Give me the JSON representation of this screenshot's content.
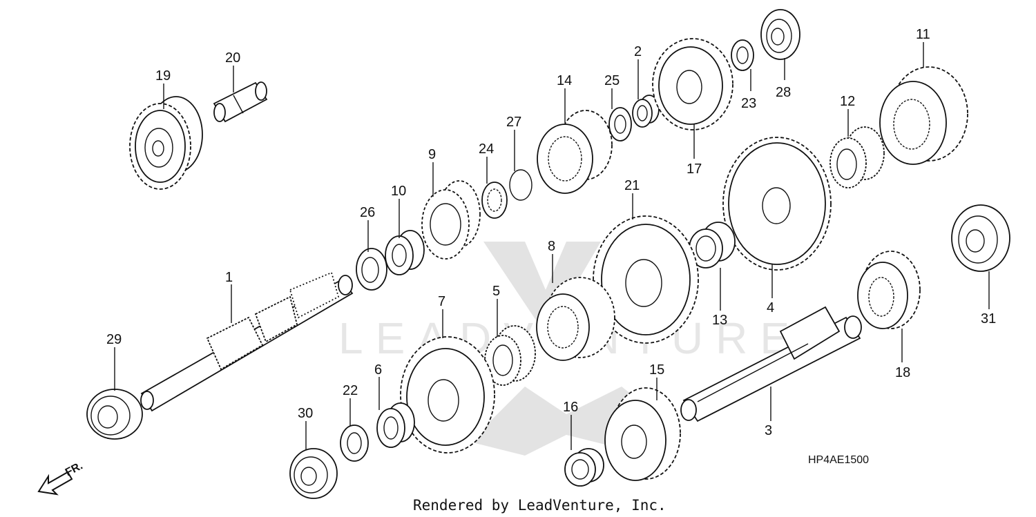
{
  "diagram": {
    "code": "HP4AE1500",
    "credit": "Rendered by LeadVenture, Inc.",
    "direction_label": "FR.",
    "watermark": "LEADVENTURE",
    "parts": [
      {
        "id": "1",
        "label": "1"
      },
      {
        "id": "2",
        "label": "2"
      },
      {
        "id": "3",
        "label": "3"
      },
      {
        "id": "4",
        "label": "4"
      },
      {
        "id": "5",
        "label": "5"
      },
      {
        "id": "6",
        "label": "6"
      },
      {
        "id": "7",
        "label": "7"
      },
      {
        "id": "8",
        "label": "8"
      },
      {
        "id": "9",
        "label": "9"
      },
      {
        "id": "10",
        "label": "10"
      },
      {
        "id": "11",
        "label": "11"
      },
      {
        "id": "12",
        "label": "12"
      },
      {
        "id": "13",
        "label": "13"
      },
      {
        "id": "14",
        "label": "14"
      },
      {
        "id": "15",
        "label": "15"
      },
      {
        "id": "16",
        "label": "16"
      },
      {
        "id": "17",
        "label": "17"
      },
      {
        "id": "18",
        "label": "18"
      },
      {
        "id": "19",
        "label": "19"
      },
      {
        "id": "20",
        "label": "20"
      },
      {
        "id": "21",
        "label": "21"
      },
      {
        "id": "22",
        "label": "22"
      },
      {
        "id": "23",
        "label": "23"
      },
      {
        "id": "24",
        "label": "24"
      },
      {
        "id": "25",
        "label": "25"
      },
      {
        "id": "26",
        "label": "26"
      },
      {
        "id": "27",
        "label": "27"
      },
      {
        "id": "28",
        "label": "28"
      },
      {
        "id": "29",
        "label": "29"
      },
      {
        "id": "30",
        "label": "30"
      },
      {
        "id": "31",
        "label": "31"
      }
    ]
  }
}
